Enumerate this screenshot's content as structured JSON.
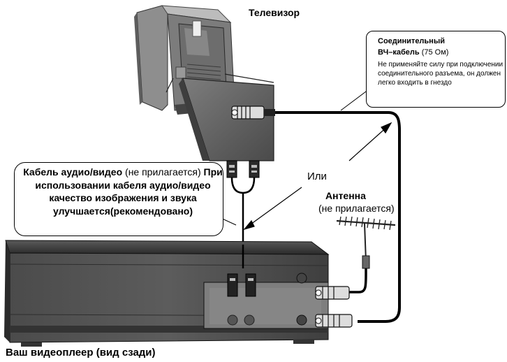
{
  "labels": {
    "tv": "Телевизор",
    "or": "Или",
    "antenna_title": "Антенна",
    "antenna_note": "(не прилагается)",
    "player": "Ваш видеоплеер (вид сзади)"
  },
  "rf_callout": {
    "title": "Соединительный",
    "subtitle_bold": "ВЧ–кабель",
    "subtitle_normal": " (75 Ом)",
    "body": "Не применяйте силу при подключении соединительного разъема, он должен легко входить в гнездо"
  },
  "av_callout": {
    "part1_bold": "Кабель аудио/видео",
    "part2_normal": " (не прилагается) ",
    "part3_bold": "При использовании кабеля аудио/видео качество изображения и звука улучшается(рекомендовано)"
  },
  "colors": {
    "ink": "#000000",
    "device_dark": "#3a3a3a",
    "device_mid": "#6b6b6b",
    "device_light": "#b5b5b5",
    "panel": "#8a8a8a"
  },
  "icons": [
    "tv-icon",
    "vcr-icon",
    "antenna-icon",
    "rf-connector-icon",
    "av-plug-icon"
  ]
}
